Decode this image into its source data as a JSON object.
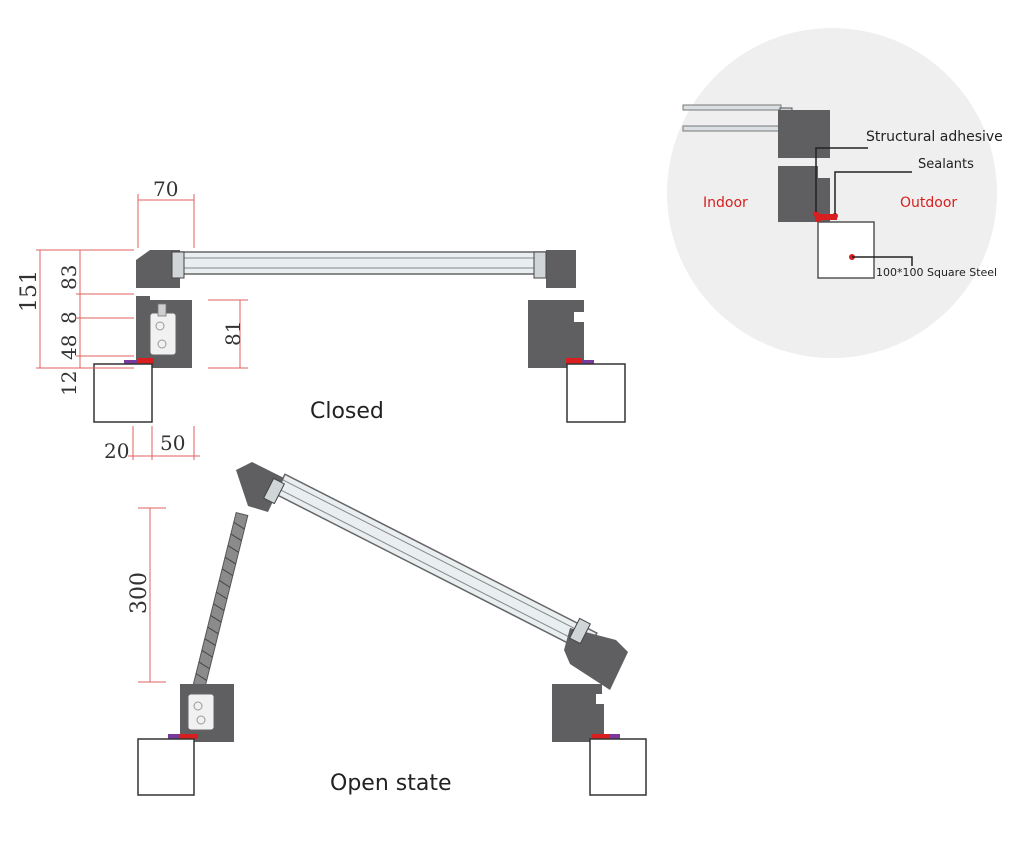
{
  "closed": {
    "caption": "Closed",
    "dims": {
      "top_width": "70",
      "total_height": "151",
      "h1": "83",
      "h2": "8",
      "h3": "48",
      "h4": "12",
      "opening": "81",
      "bottom_left": "20",
      "bottom_right": "50"
    }
  },
  "open": {
    "caption": "Open state",
    "dims": {
      "stroke": "300"
    }
  },
  "detail": {
    "indoor": "Indoor",
    "outdoor": "Outdoor",
    "structural_adhesive": "Structural adhesive",
    "sealants": "Sealants",
    "square_steel": "100*100 Square Steel"
  },
  "colors": {
    "frame": "#5f5f62",
    "dimension": "#e06060",
    "label_red": "#d81e1e",
    "sealant": "#7a3a9a",
    "adhesive": "#d81e1e",
    "glass": "#e9eef0",
    "detail_circle": "#efefef"
  }
}
